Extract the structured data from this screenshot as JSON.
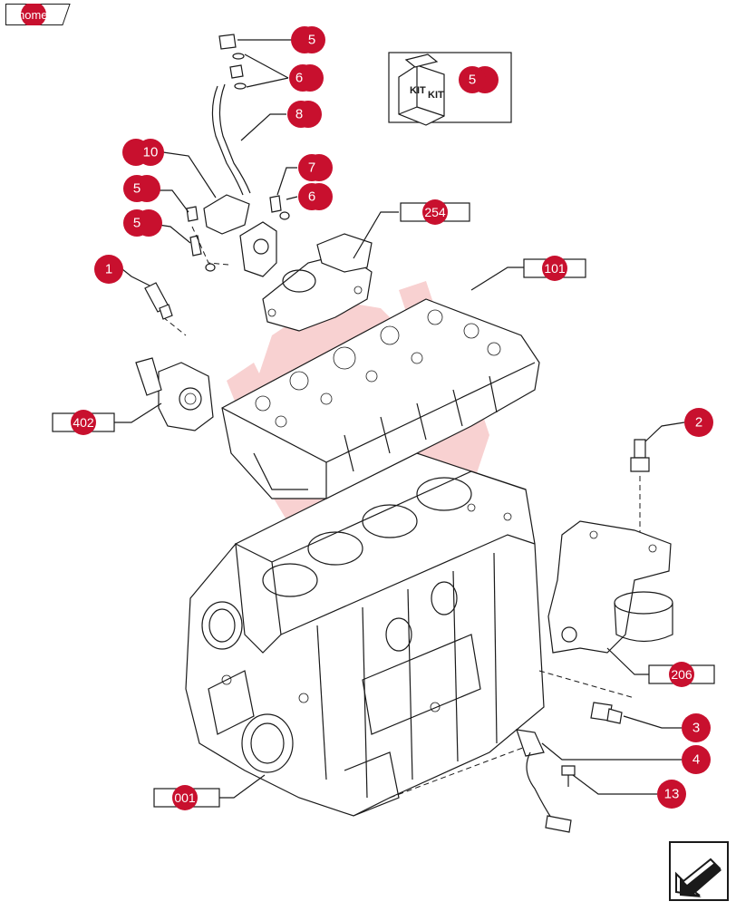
{
  "nav": {
    "home_label": "home"
  },
  "kit": {
    "label_left": "KIT",
    "label_right": "KIT",
    "callout": "5"
  },
  "callouts": [
    {
      "id": "c5-top",
      "label": "5"
    },
    {
      "id": "c6-top",
      "label": "6"
    },
    {
      "id": "c8",
      "label": "8"
    },
    {
      "id": "c10",
      "label": "10"
    },
    {
      "id": "c7",
      "label": "7"
    },
    {
      "id": "c6-mid",
      "label": "6"
    },
    {
      "id": "c5-a",
      "label": "5"
    },
    {
      "id": "c5-b",
      "label": "5"
    },
    {
      "id": "c1",
      "label": "1"
    },
    {
      "id": "c2",
      "label": "2"
    },
    {
      "id": "c3",
      "label": "3"
    },
    {
      "id": "c4",
      "label": "4"
    },
    {
      "id": "c13",
      "label": "13"
    }
  ],
  "refs": [
    {
      "id": "r254",
      "label": "254"
    },
    {
      "id": "r101",
      "label": "101"
    },
    {
      "id": "r402",
      "label": "402"
    },
    {
      "id": "r206",
      "label": "206"
    },
    {
      "id": "r001",
      "label": "001"
    }
  ],
  "colors": {
    "callout": "#c8102e",
    "line": "#222222",
    "watermark": "#f7c9c9"
  }
}
